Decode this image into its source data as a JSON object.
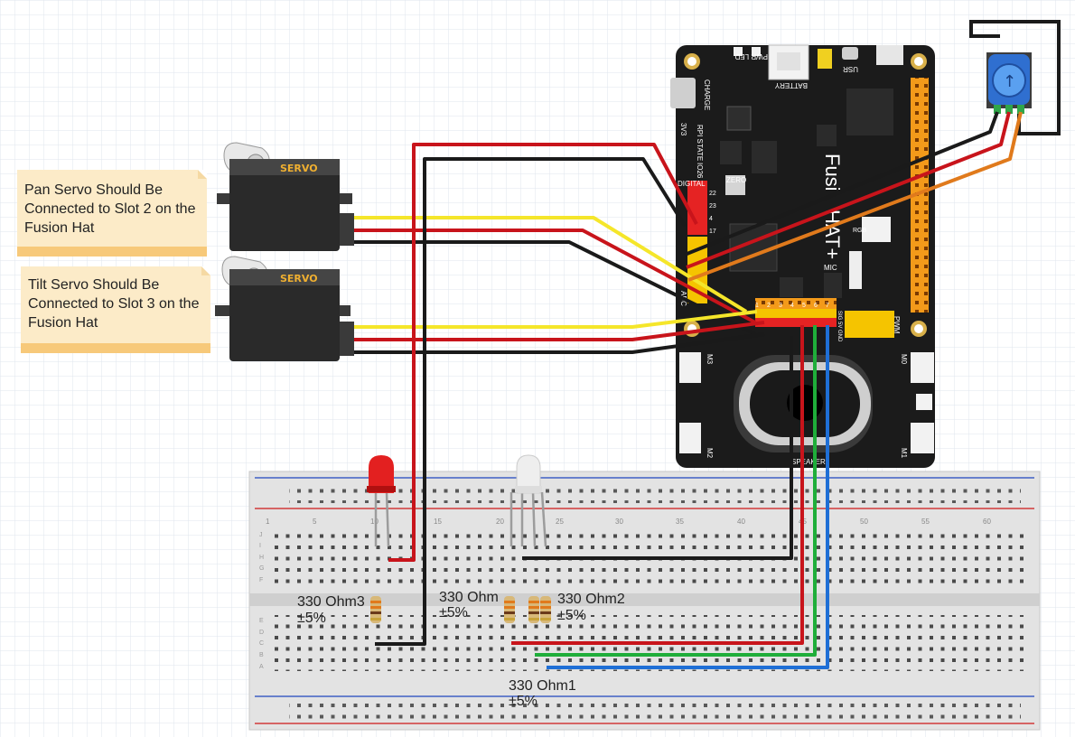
{
  "notes": {
    "pan": "Pan Servo Should Be Connected to Slot 2 on the Fusion Hat",
    "tilt": "Tilt Servo Should Be Connected to Slot 3 on the Fusion Hat"
  },
  "servo": {
    "label": "SERVO"
  },
  "board": {
    "title_a": "Fusi",
    "title_b": "HAT+",
    "zero": "ZERO",
    "pwr_led": "PWR LED",
    "battery": "BATTERY",
    "usr": "USR",
    "charge": "CHARGE",
    "rpi_state": "RPI STATE",
    "io26": "IO26",
    "v33": "3V3",
    "digital": "DIGITAL",
    "adc": "ADC",
    "pwm": "PWM",
    "mic": "MIC",
    "rgb": "RGB",
    "speaker": "SPEAKER",
    "m0": "M0",
    "m1": "M1",
    "m2": "M2",
    "m3": "M3",
    "pwm_pins": [
      "1",
      "2",
      "3",
      "4",
      "5",
      "6",
      "7"
    ],
    "pwm_row": "SIG 5V GND",
    "digital_pins": [
      "22",
      "23",
      "4",
      "17"
    ]
  },
  "resistors": {
    "r3": {
      "name": "330 Ohm3",
      "tol": "±5%"
    },
    "r": {
      "name": "330 Ohm",
      "tol": "±5%"
    },
    "r2": {
      "name": "330 Ohm2",
      "tol": "±5%"
    },
    "r1": {
      "name": "330 Ohm1",
      "tol": "±5%"
    }
  },
  "breadboard": {
    "col_numbers": [
      "1",
      "5",
      "10",
      "15",
      "20",
      "25",
      "30",
      "35",
      "40",
      "45",
      "50",
      "55",
      "60"
    ],
    "rows_top": [
      "J",
      "I",
      "H",
      "G",
      "F"
    ],
    "rows_bottom": [
      "E",
      "D",
      "C",
      "B",
      "A"
    ]
  },
  "colors": {
    "red_wire": "#c8141b",
    "black_wire": "#1a1a1a",
    "yellow_wire": "#f5e62a",
    "green_wire": "#1fae3a",
    "blue_wire": "#1f6fd6",
    "orange_wire": "#e07a1c",
    "board": "#1b1b1b",
    "note_bg": "#fcebc8",
    "note_bar": "#f7c97a"
  }
}
